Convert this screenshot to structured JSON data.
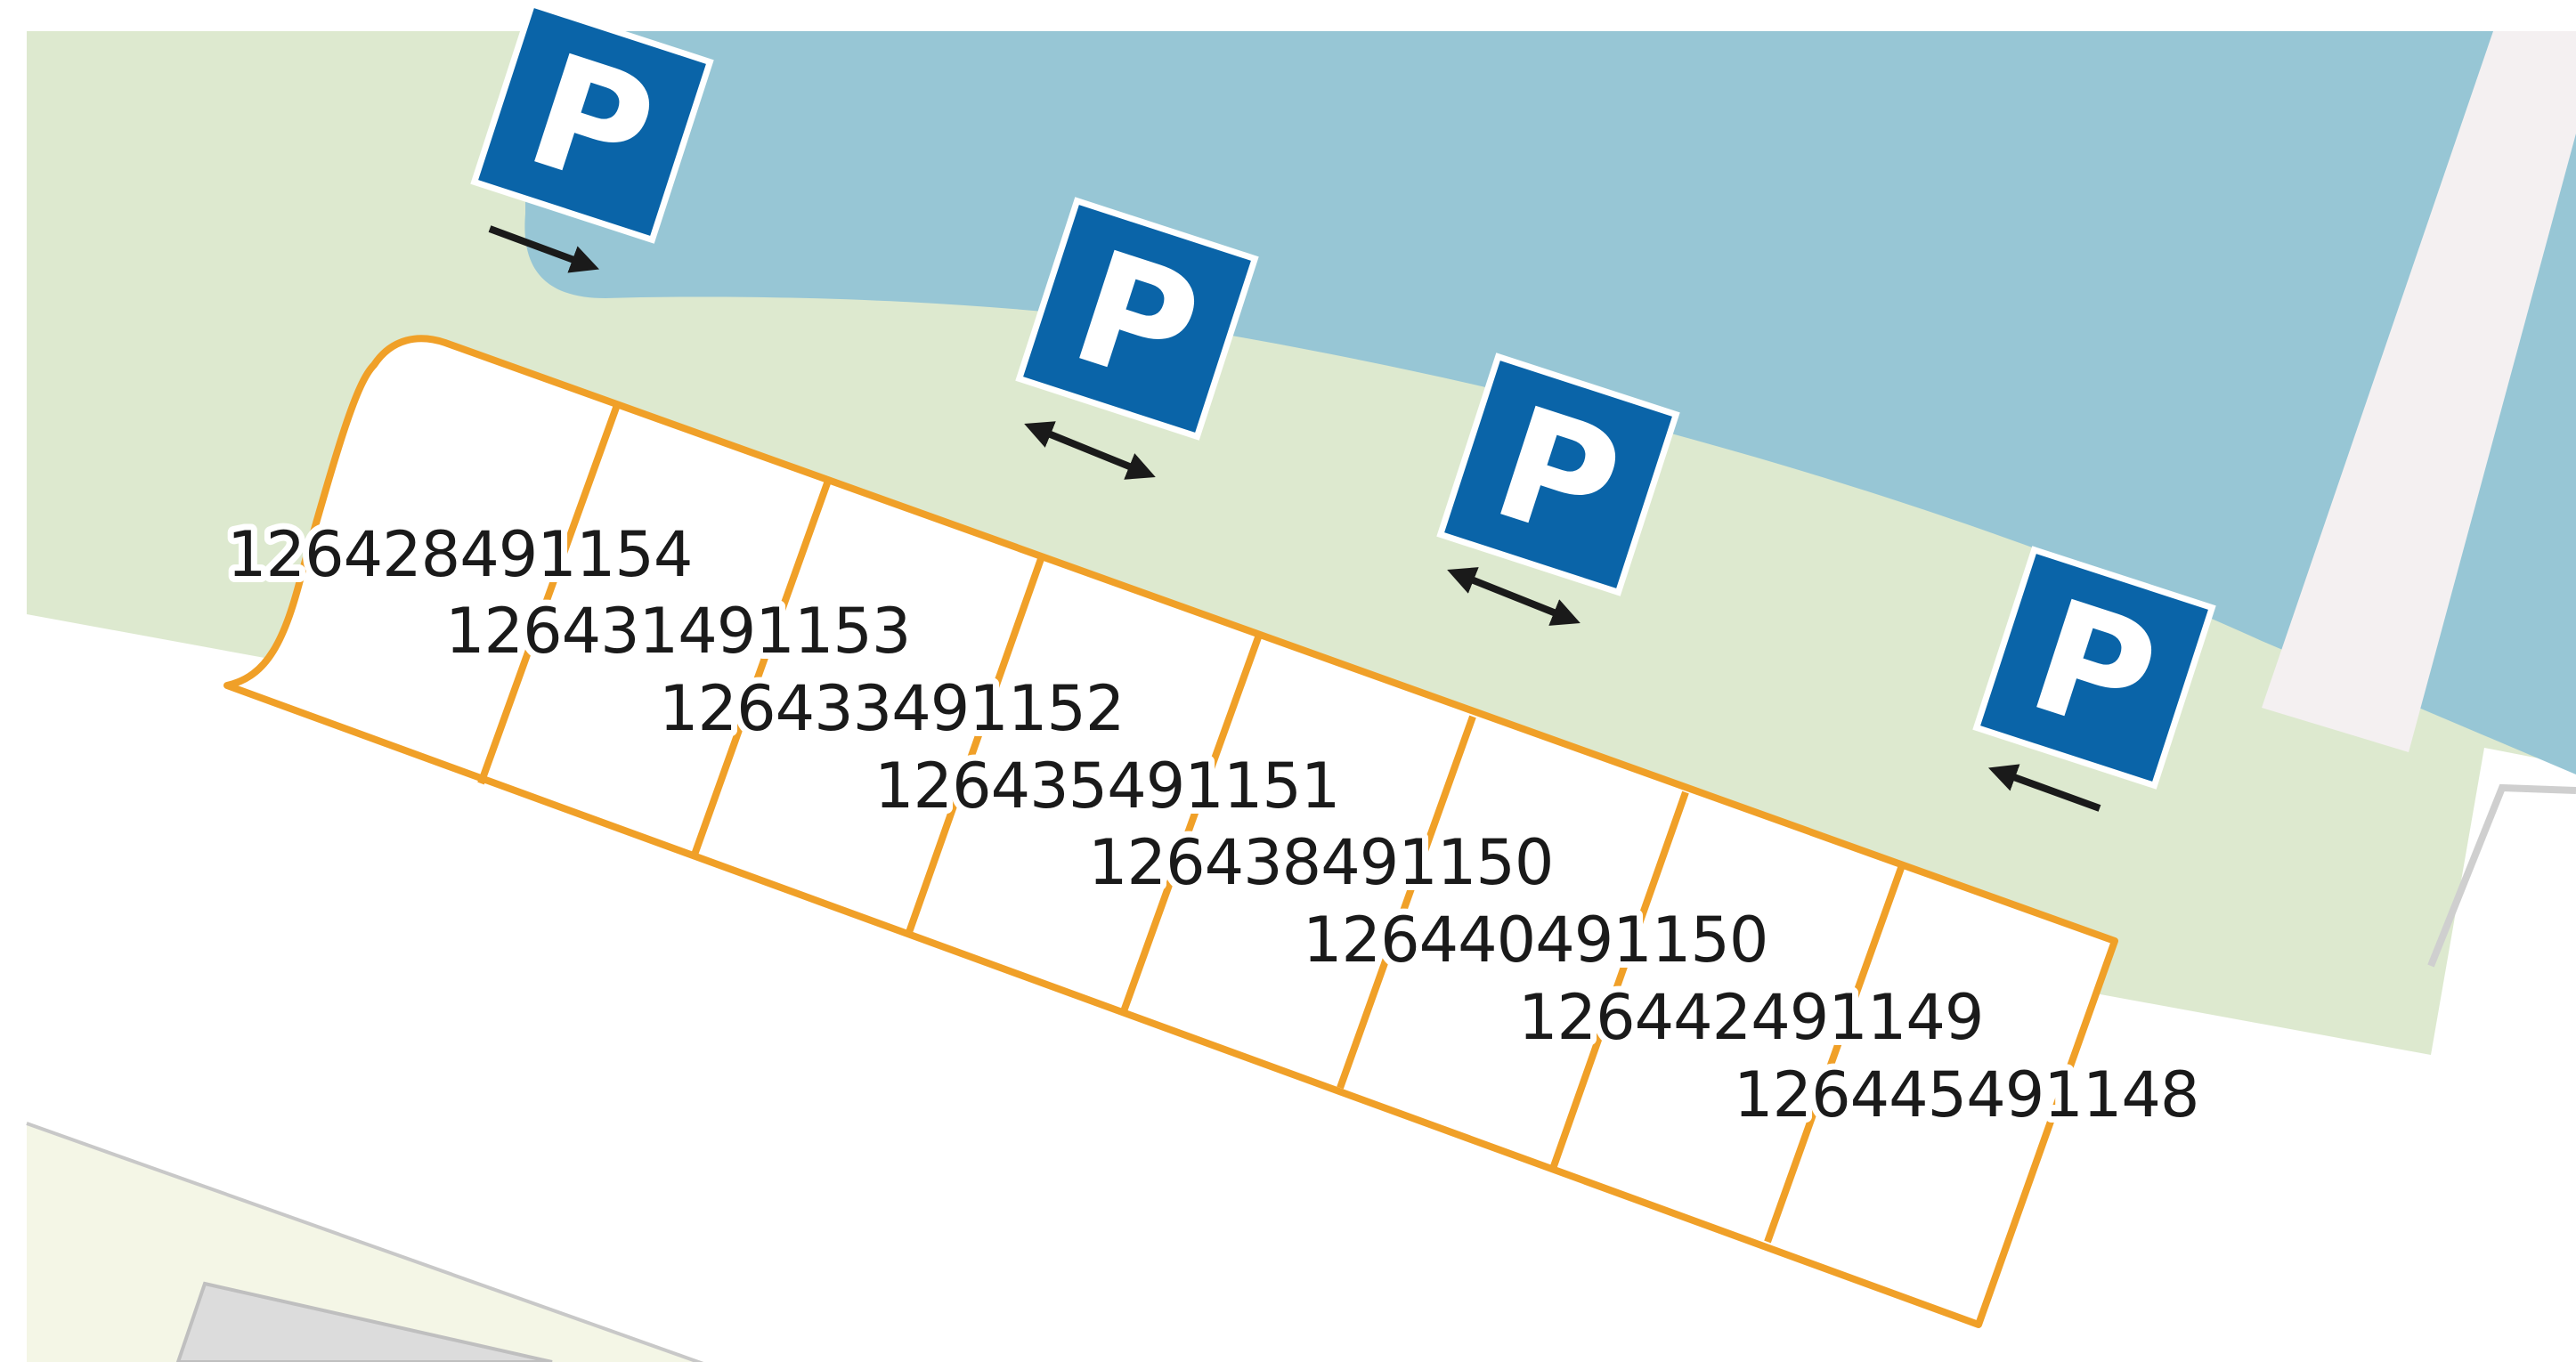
{
  "map": {
    "colors": {
      "water": "#97c6d5",
      "green_area": "#dde9cf",
      "road": "#ffffff",
      "parking_outline": "#f0a028",
      "parking_fill": "#ffffff",
      "sign_blue": "#0a64a8",
      "sign_letter": "#ffffff",
      "building": "#dcdcdc",
      "lower_area": "#f4f6e6",
      "pier": "#f4f0f1",
      "arrow": "#1a1a1a"
    },
    "parking_signs": [
      {
        "icon": "parking-sign-icon",
        "letter": "P",
        "arrow": "right"
      },
      {
        "icon": "parking-sign-icon",
        "letter": "P",
        "arrow": "both"
      },
      {
        "icon": "parking-sign-icon",
        "letter": "P",
        "arrow": "both"
      },
      {
        "icon": "parking-sign-icon",
        "letter": "P",
        "arrow": "left"
      }
    ],
    "parking_spaces": [
      {
        "id": "126428491154"
      },
      {
        "id": "126431491153"
      },
      {
        "id": "126433491152"
      },
      {
        "id": "126435491151"
      },
      {
        "id": "126438491150"
      },
      {
        "id": "126440491150"
      },
      {
        "id": "126442491149"
      },
      {
        "id": "126445491148"
      }
    ]
  }
}
